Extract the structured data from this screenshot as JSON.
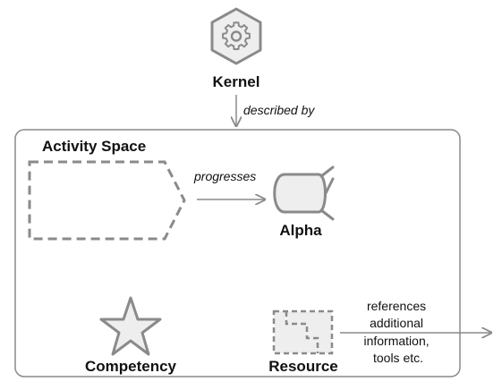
{
  "kernel": {
    "label": "Kernel",
    "icon": "gear-hexagon-icon"
  },
  "edges": {
    "described_by": "described by",
    "progresses": "progresses",
    "references_lines": [
      "references",
      "additional",
      "information,",
      "tools etc."
    ]
  },
  "container": {},
  "activity_space": {
    "label": "Activity Space",
    "icon": "dashed-pentagon-icon"
  },
  "alpha": {
    "label": "Alpha",
    "icon": "alpha-capsule-icon"
  },
  "competency": {
    "label": "Competency",
    "icon": "star-icon"
  },
  "resource": {
    "label": "Resource",
    "icon": "dashed-document-icon"
  },
  "colors": {
    "stroke": "#8a8a8a",
    "fill": "#eeeeee",
    "text": "#111111"
  }
}
